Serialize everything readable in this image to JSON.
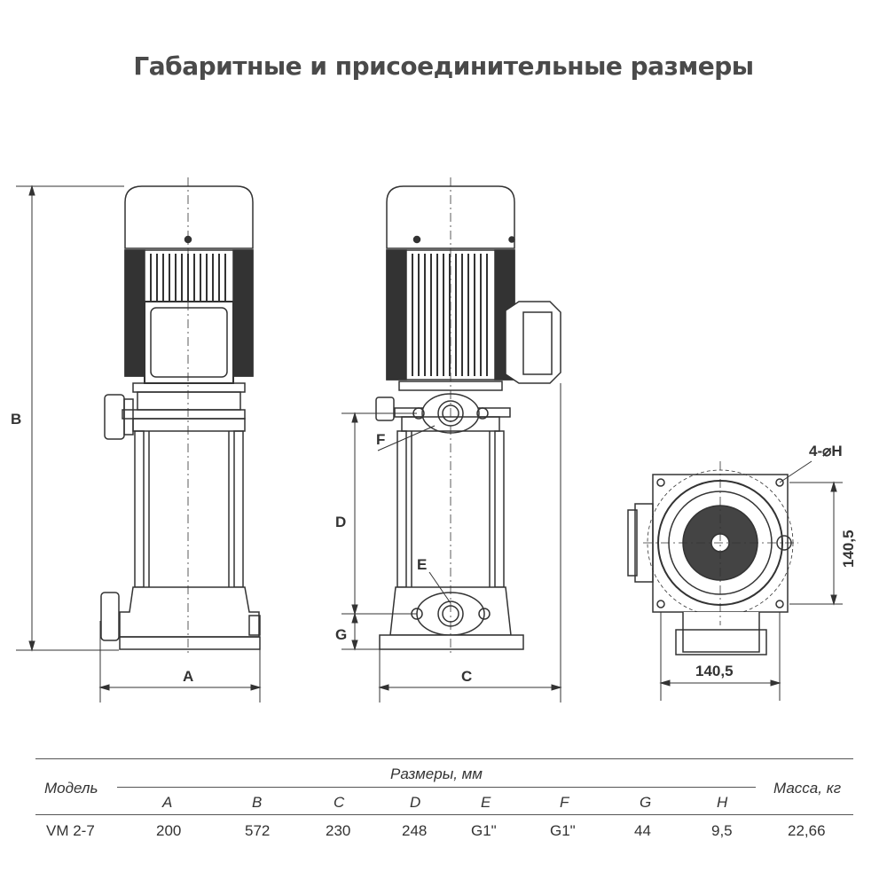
{
  "title": "Габаритные и присоединительные размеры",
  "drawing_labels": {
    "A": "A",
    "B": "B",
    "C": "C",
    "D": "D",
    "E": "E",
    "F": "F",
    "G": "G",
    "holes": "4-⌀H",
    "dim_vertical": "140,5",
    "dim_horizontal": "140,5"
  },
  "table": {
    "model_header": "Модель",
    "dimensions_header": "Размеры, мм",
    "mass_header": "Масса, кг",
    "columns": [
      "A",
      "B",
      "C",
      "D",
      "E",
      "F",
      "G",
      "H"
    ],
    "rows": [
      {
        "model": "VM 2-7",
        "values": [
          "200",
          "572",
          "230",
          "248",
          "G1\"",
          "G1\"",
          "44",
          "9,5"
        ],
        "mass": "22,66"
      }
    ]
  },
  "colors": {
    "line": "#333333",
    "title": "#4a4a4a",
    "table_line": "#555555"
  }
}
